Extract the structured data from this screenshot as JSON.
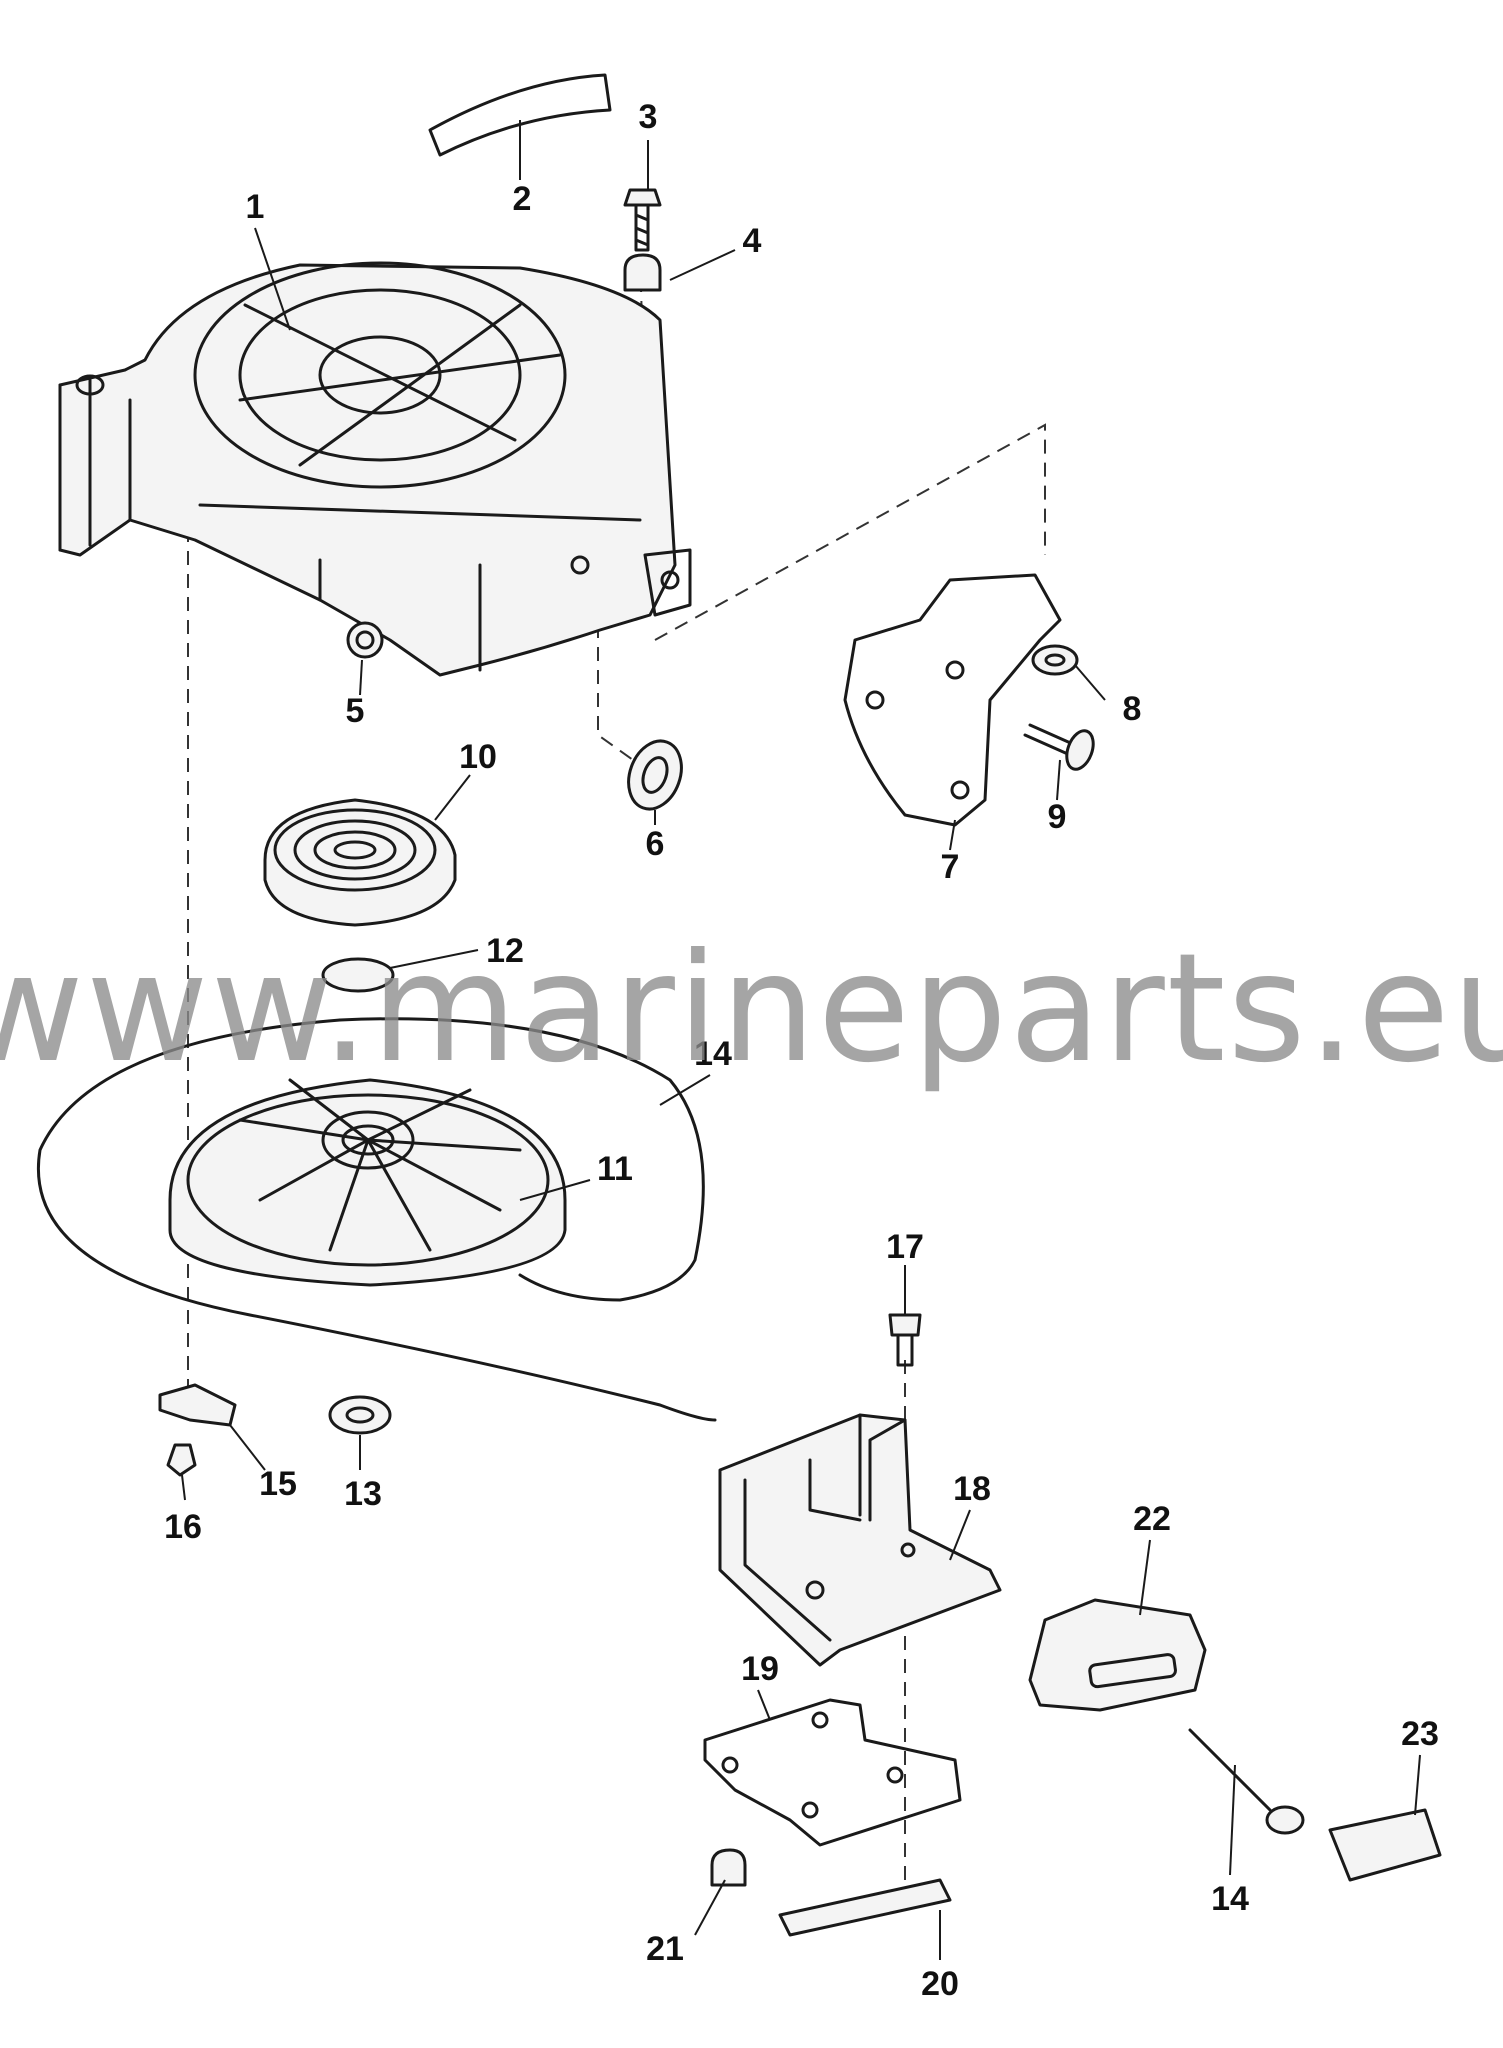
{
  "watermark": "www.marineparts.eu",
  "callouts": [
    {
      "id": "c1",
      "label": "1"
    },
    {
      "id": "c2",
      "label": "2"
    },
    {
      "id": "c3",
      "label": "3"
    },
    {
      "id": "c4",
      "label": "4"
    },
    {
      "id": "c5",
      "label": "5"
    },
    {
      "id": "c6",
      "label": "6"
    },
    {
      "id": "c7",
      "label": "7"
    },
    {
      "id": "c8",
      "label": "8"
    },
    {
      "id": "c9",
      "label": "9"
    },
    {
      "id": "c10",
      "label": "10"
    },
    {
      "id": "c11",
      "label": "11"
    },
    {
      "id": "c12",
      "label": "12"
    },
    {
      "id": "c13",
      "label": "13"
    },
    {
      "id": "c14a",
      "label": "14"
    },
    {
      "id": "c15",
      "label": "15"
    },
    {
      "id": "c16",
      "label": "16"
    },
    {
      "id": "c17",
      "label": "17"
    },
    {
      "id": "c18",
      "label": "18"
    },
    {
      "id": "c19",
      "label": "19"
    },
    {
      "id": "c20",
      "label": "20"
    },
    {
      "id": "c21",
      "label": "21"
    },
    {
      "id": "c22",
      "label": "22"
    },
    {
      "id": "c14b",
      "label": "14"
    },
    {
      "id": "c23",
      "label": "23"
    }
  ]
}
